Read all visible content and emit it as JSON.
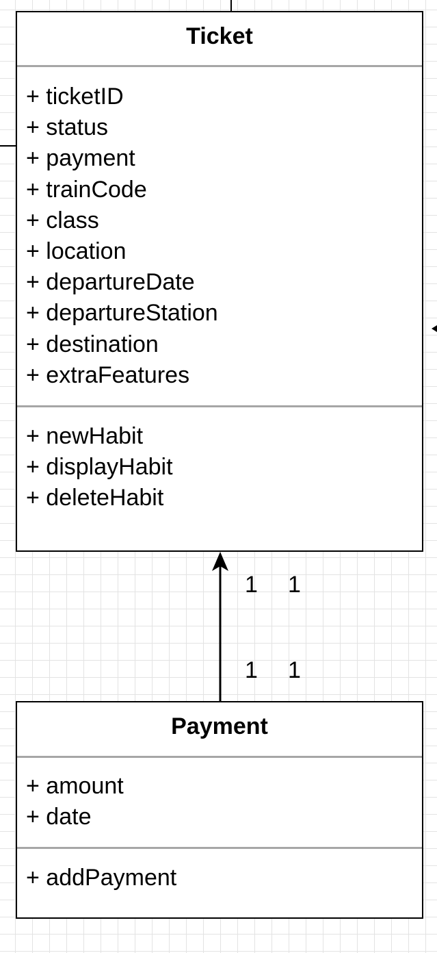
{
  "ticket": {
    "name": "Ticket",
    "attributes": [
      "+ ticketID",
      "+ status",
      "+ payment",
      "+ trainCode",
      "+ class",
      "+ location",
      "+ departureDate",
      "+ departureStation",
      "+ destination",
      "+ extraFeatures"
    ],
    "operations": [
      "+ newHabit",
      "+ displayHabit",
      "+ deleteHabit"
    ]
  },
  "payment": {
    "name": "Payment",
    "attributes": [
      "+ amount",
      "+ date"
    ],
    "operations": [
      "+ addPayment"
    ]
  },
  "association": {
    "ticket_end": [
      "1",
      "1"
    ],
    "payment_end": [
      "1",
      "1"
    ]
  },
  "colors": {
    "grid": "#e3e3e3",
    "divider": "#a6a6a6",
    "stroke": "#000000"
  }
}
